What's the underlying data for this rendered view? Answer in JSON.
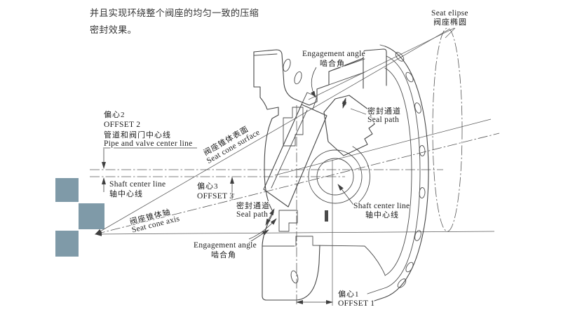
{
  "intro": {
    "line1": "并且实现环绕整个阀座的均匀一致的压缩",
    "line2": "密封效果。"
  },
  "annotations": {
    "seat_ellipse": {
      "en": "Seat elipse",
      "zh": "阀座椭圆"
    },
    "engagement_angle_top": {
      "en": "Engagement angle",
      "zh": "啮合角"
    },
    "offset2": {
      "zh": "偏心2",
      "en": "OFFSET 2"
    },
    "pipe_valve_center": {
      "zh": "管道和阀门中心线",
      "en": "Pipe and valve center line"
    },
    "shaft_center_left": {
      "en": "Shaft center line",
      "zh": "轴中心线"
    },
    "offset3": {
      "zh": "偏心3",
      "en": "OFFSET 3"
    },
    "seal_path_upper": {
      "zh": "密封通道",
      "en": "Seal path"
    },
    "seal_path_left": {
      "zh": "密封通道",
      "en": "Seal path"
    },
    "seat_cone_surface": {
      "zh": "阀座锥体表面",
      "en": "Seat cone surface"
    },
    "seat_cone_axis": {
      "zh": "阀座锥体轴",
      "en": "Seat cone axis"
    },
    "shaft_center_mid": {
      "en": "Shaft center line",
      "zh": "轴中心线"
    },
    "engagement_angle_bottom": {
      "en": "Engagement angle",
      "zh": "啮合角"
    },
    "offset1": {
      "zh": "偏心1",
      "en": "OFFSET 1"
    }
  },
  "colors": {
    "checker": "#7f9aa8",
    "line": "#464646",
    "text": "#1c1c1c",
    "background": "#ffffff"
  }
}
